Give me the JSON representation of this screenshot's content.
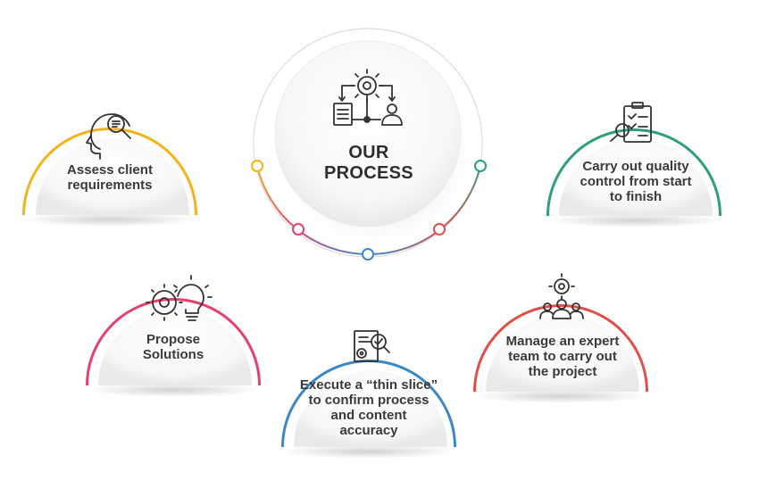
{
  "center": {
    "title_line1": "OUR",
    "title_line2": "PROCESS"
  },
  "steps": [
    {
      "id": "assess",
      "label_lines": [
        "Assess client",
        "requirements"
      ],
      "color": "#f5b31a",
      "icon": "head-search-icon"
    },
    {
      "id": "propose",
      "label_lines": [
        "Propose",
        "Solutions"
      ],
      "color": "#e8406c",
      "icon": "gear-bulb-icon"
    },
    {
      "id": "execute",
      "label_lines": [
        "Execute a “thin slice”",
        "to confirm process",
        "and content",
        "accuracy"
      ],
      "color": "#3c87c8",
      "icon": "document-gear-icon"
    },
    {
      "id": "manage",
      "label_lines": [
        "Manage an expert",
        "team to carry out",
        "the project"
      ],
      "color": "#e0504a",
      "icon": "team-gear-icon"
    },
    {
      "id": "quality",
      "label_lines": [
        "Carry out quality",
        "control from start",
        "to finish"
      ],
      "color": "#2f9e7e",
      "icon": "checklist-search-icon"
    }
  ]
}
